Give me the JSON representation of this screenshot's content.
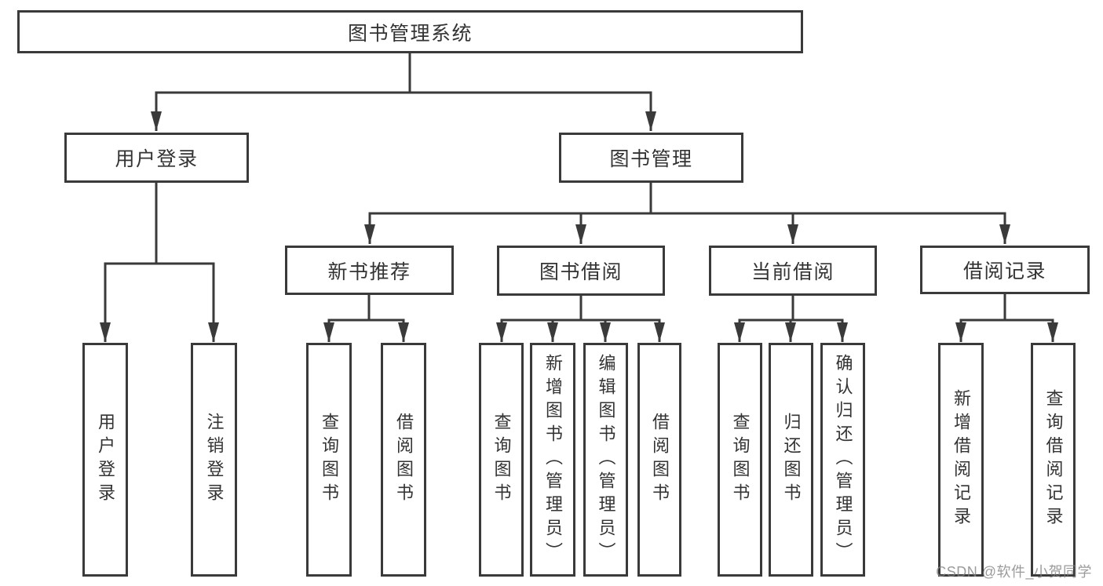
{
  "page": {
    "background": "#ffffff"
  },
  "colors": {
    "line": "#3a3a3a",
    "text": "#333333",
    "box_fill": "#ffffff",
    "watermark": "#828282"
  },
  "tree": {
    "root": {
      "label": "图书管理系统"
    },
    "branches": [
      {
        "label": "用户登录",
        "children": [
          {
            "label": "用户登录"
          },
          {
            "label": "注销登录"
          }
        ]
      },
      {
        "label": "图书管理",
        "children": [
          {
            "label": "新书推荐",
            "children": [
              {
                "label": "查询图书"
              },
              {
                "label": "借阅图书"
              }
            ]
          },
          {
            "label": "图书借阅",
            "children": [
              {
                "label": "查询图书"
              },
              {
                "label": "新增图书（管理员）"
              },
              {
                "label": "编辑图书（管理员）"
              },
              {
                "label": "借阅图书"
              }
            ]
          },
          {
            "label": "当前借阅",
            "children": [
              {
                "label": "查询图书"
              },
              {
                "label": "归还图书"
              },
              {
                "label": "确认归还（管理员）"
              }
            ]
          },
          {
            "label": "借阅记录",
            "children": [
              {
                "label": "新增借阅记录"
              },
              {
                "label": "查询借阅记录"
              }
            ]
          }
        ]
      }
    ]
  },
  "watermark": {
    "text": "CSDN @软件_小贺同学"
  }
}
